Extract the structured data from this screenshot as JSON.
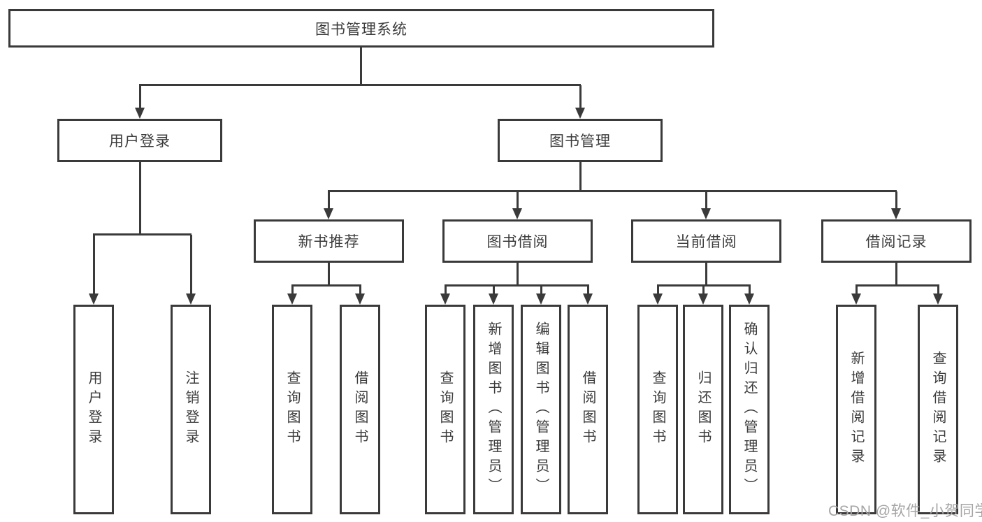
{
  "diagram": {
    "title_node": {
      "label": "图书管理系统"
    },
    "level2": [
      {
        "label": "用户登录"
      },
      {
        "label": "图书管理"
      }
    ],
    "level3": [
      {
        "label": "新书推荐"
      },
      {
        "label": "图书借阅"
      },
      {
        "label": "当前借阅"
      },
      {
        "label": "借阅记录"
      }
    ],
    "leaves": {
      "user_login": [
        "用户登录",
        "注销登录"
      ],
      "new_book_rec": [
        "查询图书",
        "借阅图书"
      ],
      "book_borrow": [
        "查询图书",
        "新增图书（管理员）",
        "编辑图书（管理员）",
        "借阅图书"
      ],
      "current_borrow": [
        "查询图书",
        "归还图书",
        "确认归还（管理员）"
      ],
      "borrow_records": [
        "新增借阅记录",
        "查询借阅记录"
      ]
    }
  },
  "watermark": "CSDN @软件_小贺同学",
  "colors": {
    "line": "#3a3a3a",
    "text": "#3c3c3c",
    "watermark": "#a5a5a5",
    "background": "#ffffff"
  }
}
